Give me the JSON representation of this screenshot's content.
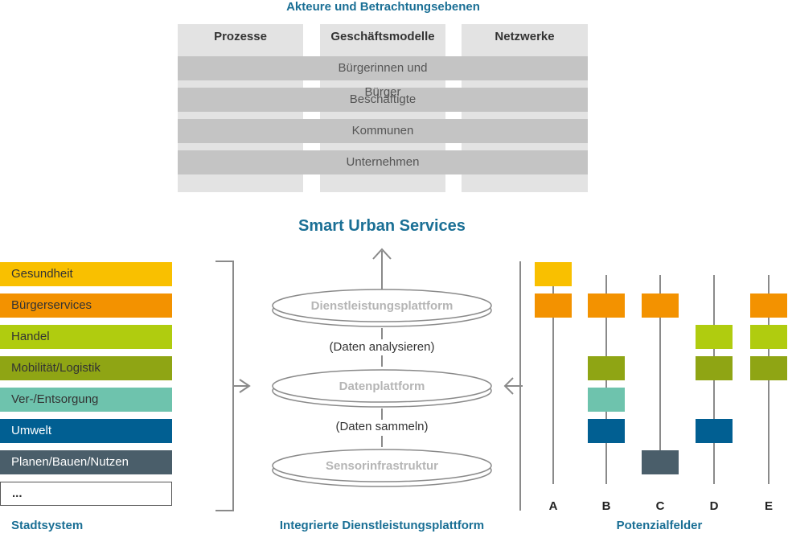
{
  "actors": {
    "title": "Akteure und Betrachtungsebenen",
    "columns": [
      "Prozesse",
      "Geschäftsmodelle",
      "Netzwerke"
    ],
    "rows": [
      "Bürgerinnen und Bürger",
      "Beschäftigte",
      "Kommunen",
      "Unternehmen"
    ]
  },
  "platform": {
    "title": "Smart Urban Services",
    "layers": [
      "Dienstleistungsplattform",
      "Datenplattform",
      "Sensorinfrastruktur"
    ],
    "connectors": [
      "(Daten analysieren)",
      "(Daten sammeln)"
    ],
    "footer": "Integrierte Dienstleistungsplattform"
  },
  "city_system": {
    "footer": "Stadtsystem",
    "categories": [
      {
        "label": "Gesundheit",
        "color": "#f9c000"
      },
      {
        "label": "Bürgerservices",
        "color": "#f39200"
      },
      {
        "label": "Handel",
        "color": "#b0cc0f"
      },
      {
        "label": "Mobilität/Logistik",
        "color": "#8fa514"
      },
      {
        "label": "Ver-/Entsorgung",
        "color": "#6ec3ad"
      },
      {
        "label": "Umwelt",
        "color": "#015f92"
      },
      {
        "label": "Planen/Bauen/Nutzen",
        "color": "#4a5e6a"
      },
      {
        "label": "...",
        "color": "#ffffff"
      }
    ]
  },
  "potential_fields": {
    "footer": "Potenzialfelder",
    "columns": [
      {
        "label": "A",
        "categories": [
          0,
          1
        ]
      },
      {
        "label": "B",
        "categories": [
          1,
          3,
          4,
          5
        ]
      },
      {
        "label": "C",
        "categories": [
          1,
          6
        ]
      },
      {
        "label": "D",
        "categories": [
          2,
          3,
          5
        ]
      },
      {
        "label": "E",
        "categories": [
          1,
          2,
          3
        ]
      }
    ]
  }
}
